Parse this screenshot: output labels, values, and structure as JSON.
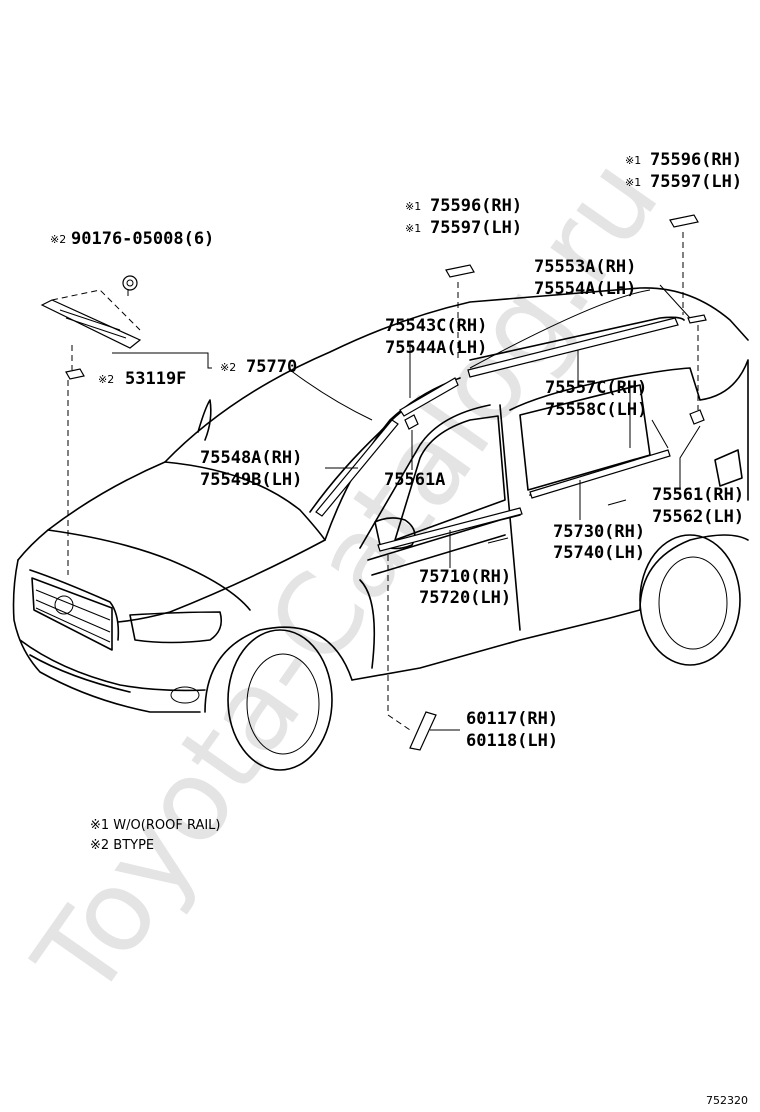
{
  "watermark": "Toyota-Catalog.ru",
  "diagram_code": "752320",
  "notes": {
    "n1": "※1 W/O(ROOF RAIL)",
    "n2": "※2 BTYPE"
  },
  "labels": {
    "l90176": "90176-05008(6)",
    "l75770": "75770",
    "l53119": "53119F",
    "l75596a": "75596(RH)",
    "l75597a": "75597(LH)",
    "l75596b": "75596(RH)",
    "l75597b": "75597(LH)",
    "l75553": "75553A(RH)",
    "l75554": "75554A(LH)",
    "l75543": "75543C(RH)",
    "l75544": "75544A(LH)",
    "l75557": "75557C(RH)",
    "l75558": "75558C(LH)",
    "l75548": "75548A(RH)",
    "l75549": "75549B(LH)",
    "l75561a": "75561A",
    "l75561": "75561(RH)",
    "l75562": "75562(LH)",
    "l75730": "75730(RH)",
    "l75740": "75740(LH)",
    "l75710": "75710(RH)",
    "l75720": "75720(LH)",
    "l60117": "60117(RH)",
    "l60118": "60118(LH)"
  },
  "marks": {
    "m1": "※1",
    "m2": "※2"
  }
}
